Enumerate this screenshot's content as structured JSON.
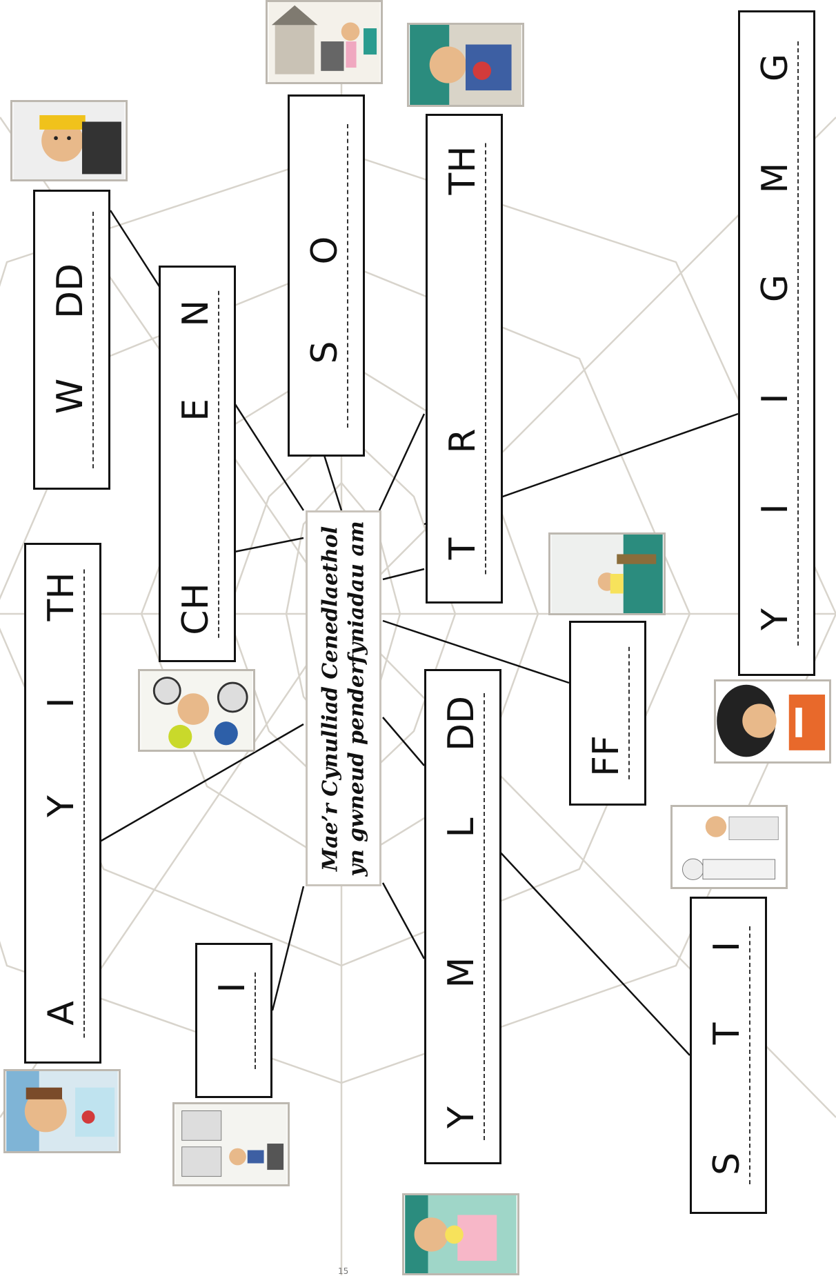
{
  "center": {
    "line1": "Mae’r Cynulliad Cenedlaethol",
    "line2": "yn gwneud penderfyniadau am"
  },
  "words": [
    {
      "id": "w-dd",
      "letters": [
        "",
        "W",
        "",
        "DD",
        ""
      ]
    },
    {
      "id": "ch-e-n",
      "letters": [
        "CH",
        "",
        "",
        "",
        "E",
        "",
        "N"
      ]
    },
    {
      "id": "s-o",
      "letters": [
        "",
        "S",
        "",
        "O",
        "",
        ""
      ]
    },
    {
      "id": "t-r-th",
      "letters": [
        "T",
        "",
        "R",
        "",
        "",
        "",
        "",
        "TH"
      ]
    },
    {
      "id": "y-i-i-g-m-g",
      "letters": [
        "Y",
        "",
        "I",
        "",
        "I",
        "",
        "G",
        "",
        "M",
        "",
        "G"
      ]
    },
    {
      "id": "a-y-i-th",
      "letters": [
        "A",
        "",
        "",
        "",
        "Y",
        "",
        "I",
        "",
        "TH"
      ]
    },
    {
      "id": "ff",
      "letters": [
        "FF",
        "",
        ""
      ]
    },
    {
      "id": "y-m-l-dd",
      "letters": [
        "Y",
        "",
        "",
        "M",
        "",
        "",
        "L",
        "",
        "DD"
      ]
    },
    {
      "id": "i",
      "letters": [
        "",
        "",
        "I"
      ]
    },
    {
      "id": "s-t-i",
      "letters": [
        "S",
        "",
        "",
        "T",
        "",
        "I"
      ]
    }
  ],
  "page_number": "15"
}
